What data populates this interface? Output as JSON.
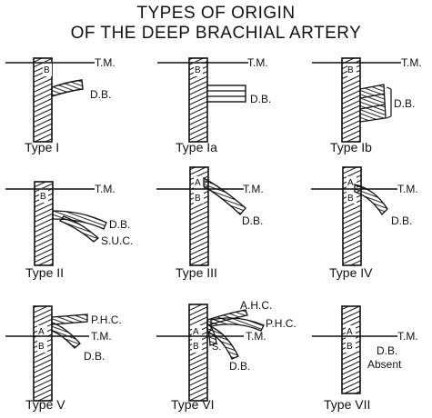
{
  "title": {
    "line1": "TYPES OF ORIGIN",
    "line2": "OF THE DEEP BRACHIAL ARTERY"
  },
  "labels": {
    "brachial": "B",
    "axillary": "A",
    "teres_major": "T.M.",
    "deep_brachial": "D.B.",
    "superior_ulnar_collateral": "S.U.C.",
    "posterior_humeral_circumflex": "P.H.C.",
    "anterior_humeral_circumflex": "A.H.C.",
    "subscapular": "S.",
    "absent": "Absent"
  },
  "panels": [
    {
      "id": "type-1",
      "type_label": "Type I"
    },
    {
      "id": "type-1a",
      "type_label": "Type Ia"
    },
    {
      "id": "type-1b",
      "type_label": "Type Ib"
    },
    {
      "id": "type-2",
      "type_label": "Type II"
    },
    {
      "id": "type-3",
      "type_label": "Type III"
    },
    {
      "id": "type-4",
      "type_label": "Type IV"
    },
    {
      "id": "type-5",
      "type_label": "Type V"
    },
    {
      "id": "type-6",
      "type_label": "Type VI"
    },
    {
      "id": "type-7",
      "type_label": "Type VII"
    }
  ],
  "colors": {
    "ink": "#111111",
    "paper": "#ffffff"
  }
}
